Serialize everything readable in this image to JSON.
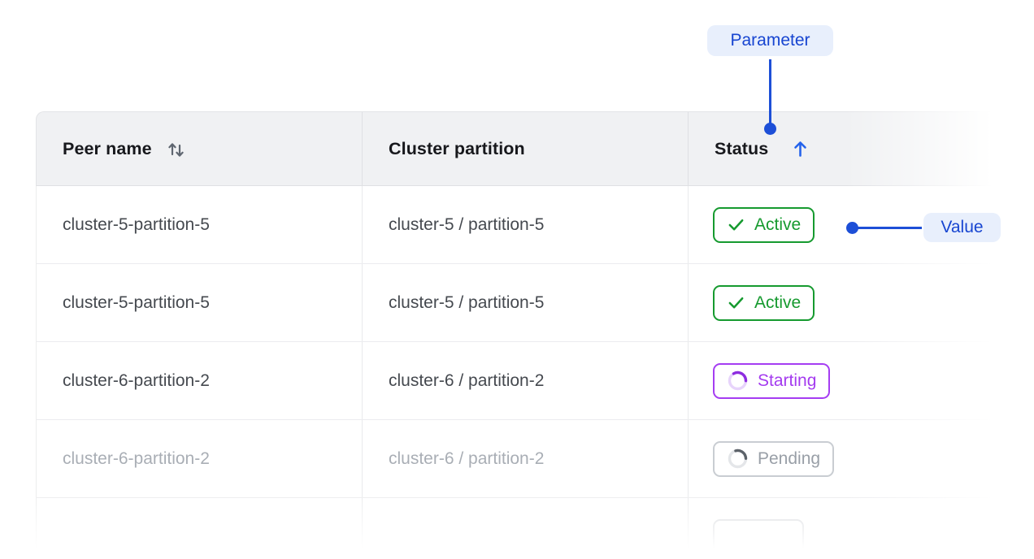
{
  "annotations": {
    "parameter_label": "Parameter",
    "value_label": "Value",
    "accent_color": "#1d4fd7",
    "pill_bg": "#e8effc"
  },
  "table": {
    "columns": [
      {
        "label": "Peer name",
        "sortable": true,
        "sort": "none",
        "icon": "sort-up-down-icon"
      },
      {
        "label": "Cluster partition",
        "sortable": false,
        "sort": "none",
        "icon": null
      },
      {
        "label": "Status",
        "sortable": true,
        "sort": "ascending",
        "icon": "arrow-up-icon"
      }
    ],
    "rows": [
      {
        "peer_name": "cluster-5-partition-5",
        "cluster_partition": "cluster-5 / partition-5",
        "status": {
          "label": "Active",
          "kind": "active",
          "icon": "checkmark-icon"
        },
        "faded": false
      },
      {
        "peer_name": "cluster-5-partition-5",
        "cluster_partition": "cluster-5 / partition-5",
        "status": {
          "label": "Active",
          "kind": "active",
          "icon": "checkmark-icon"
        },
        "faded": false
      },
      {
        "peer_name": "cluster-6-partition-2",
        "cluster_partition": "cluster-6 / partition-2",
        "status": {
          "label": "Starting",
          "kind": "starting",
          "icon": "spinner-icon"
        },
        "faded": false
      },
      {
        "peer_name": "cluster-6-partition-2",
        "cluster_partition": "cluster-6 / partition-2",
        "status": {
          "label": "Pending",
          "kind": "pending",
          "icon": "spinner-icon"
        },
        "faded": true
      },
      {
        "peer_name": "",
        "cluster_partition": "",
        "status": {
          "label": "",
          "kind": "pending-partial",
          "icon": null
        },
        "faded": true
      }
    ],
    "status_colors": {
      "active": "#169a2f",
      "starting": "#a53df2",
      "pending": "#9aa0a8"
    },
    "header_bg": "#f0f1f3"
  }
}
